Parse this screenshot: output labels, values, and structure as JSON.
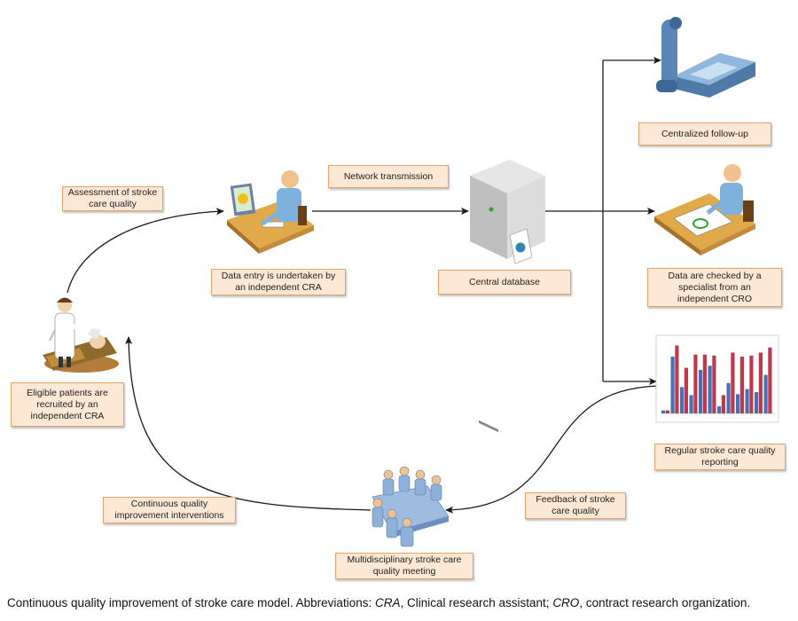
{
  "labels": {
    "assessment": "Assessment of stroke care quality",
    "network": "Network transmission",
    "data_entry": "Data entry is undertaken by an independent CRA",
    "central_db": "Central database",
    "followup": "Centralized follow-up",
    "checked": "Data are checked by a specialist from an independent CRO",
    "eligible": "Eligible patients are recruited by  an independent CRA",
    "reporting": "Regular stroke care quality reporting",
    "feedback": "Feedback of stroke care quality",
    "cqi": "Continuous quality improvement interventions",
    "meeting": "Multidisciplinary stroke care quality meeting"
  },
  "caption": {
    "text1": "Continuous quality improvement of stroke care model. Abbreviations: ",
    "abbr1": "CRA",
    "text2": ", Clinical research assistant; ",
    "abbr2": "CRO",
    "text3": ", contract research organization."
  },
  "colors": {
    "label_fill": "#fce8d4",
    "label_border": "#e2a46c",
    "arrow": "#1a1a1a",
    "bar_blue": "#4a6fb5",
    "bar_red": "#c0394a"
  },
  "chart_data": {
    "type": "bar",
    "series": [
      {
        "values": [
          3,
          56,
          26,
          18,
          43,
          47,
          7,
          30,
          19,
          24,
          21,
          38
        ]
      },
      {
        "values": [
          3,
          67,
          45,
          58,
          58,
          57,
          18,
          60,
          56,
          57,
          60,
          65
        ]
      }
    ],
    "ylim": [
      0,
      70
    ]
  }
}
